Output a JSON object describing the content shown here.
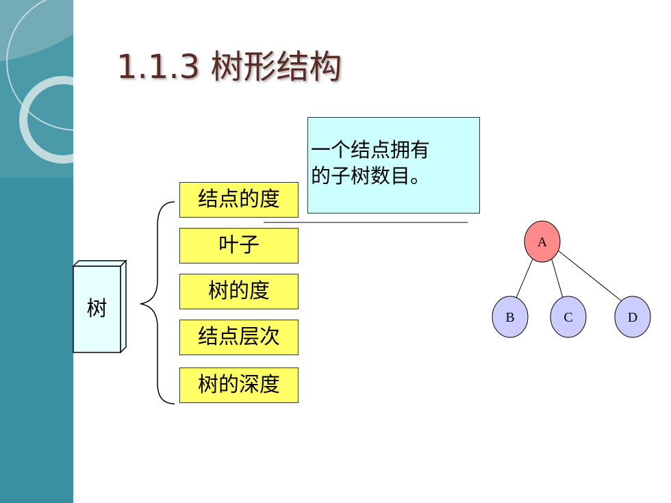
{
  "slide": {
    "title": "1.1.3 树形结构",
    "root_label": "树",
    "callout_lines": [
      "一个结点拥有",
      "的子树数目。"
    ],
    "items": [
      "结点的度",
      "叶子",
      "树的度",
      "结点层次",
      "树的深度"
    ]
  },
  "tree_example": {
    "nodes": [
      {
        "id": "A",
        "label": "A",
        "color": "#ff8a8a"
      },
      {
        "id": "B",
        "label": "B",
        "color": "#ccccff"
      },
      {
        "id": "C",
        "label": "C",
        "color": "#ccccff"
      },
      {
        "id": "D",
        "label": "D",
        "color": "#ccccff"
      }
    ],
    "edges": [
      [
        "A",
        "B"
      ],
      [
        "A",
        "C"
      ],
      [
        "A",
        "D"
      ]
    ]
  },
  "colors": {
    "sidebar": "#3a8fa1",
    "title": "#5a2b22",
    "item_fill": "#ffff66",
    "callout_fill": "#ccffff",
    "root_box_fill": "#e6ffff"
  }
}
